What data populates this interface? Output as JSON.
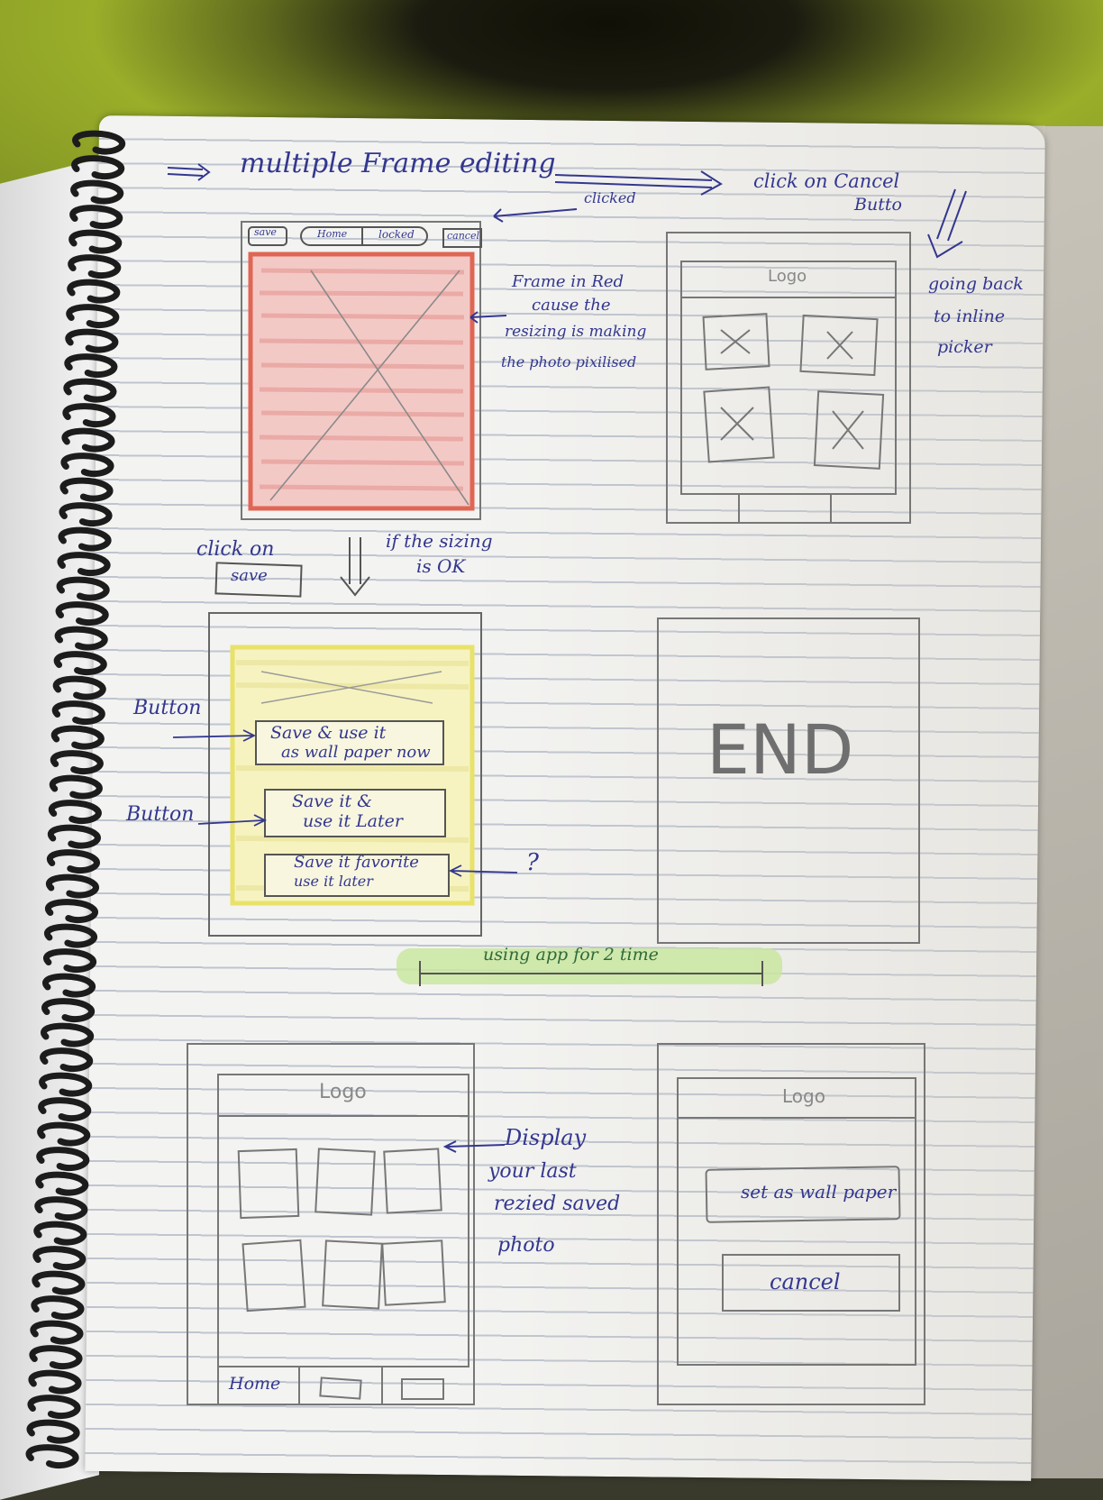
{
  "sketch": {
    "title": "multiple Frame editing",
    "clicked_note": "clicked",
    "top_buttons": [
      "save",
      "Home",
      "locked",
      "cancel"
    ],
    "click_cancel_note": [
      "click on Cancel",
      "Butto"
    ],
    "going_back_note": [
      "going back",
      "to inline",
      "picker"
    ],
    "frame_red_note": [
      "Frame in Red",
      "cause the",
      "resizing is making",
      "the photo pixilised"
    ],
    "logo": "Logo",
    "click_on": "click on",
    "save_box": "save",
    "if_sizing_ok": [
      "if the sizing",
      "is OK"
    ],
    "button_label_1": "Button",
    "button_label_2": "Button",
    "save_buttons": [
      [
        "Save & use it",
        "as wall paper now"
      ],
      [
        "Save it &",
        "use it Later"
      ],
      [
        "Save it favorite",
        "use it later"
      ]
    ],
    "question_mark": "?",
    "end_text": "END",
    "timeline_label": "using app for 2 time",
    "display_note": [
      "Display",
      "your last",
      "rezied saved",
      "photo"
    ],
    "tab_home": "Home",
    "set_wallpaper": "set as wall paper",
    "cancel_button": "cancel"
  }
}
